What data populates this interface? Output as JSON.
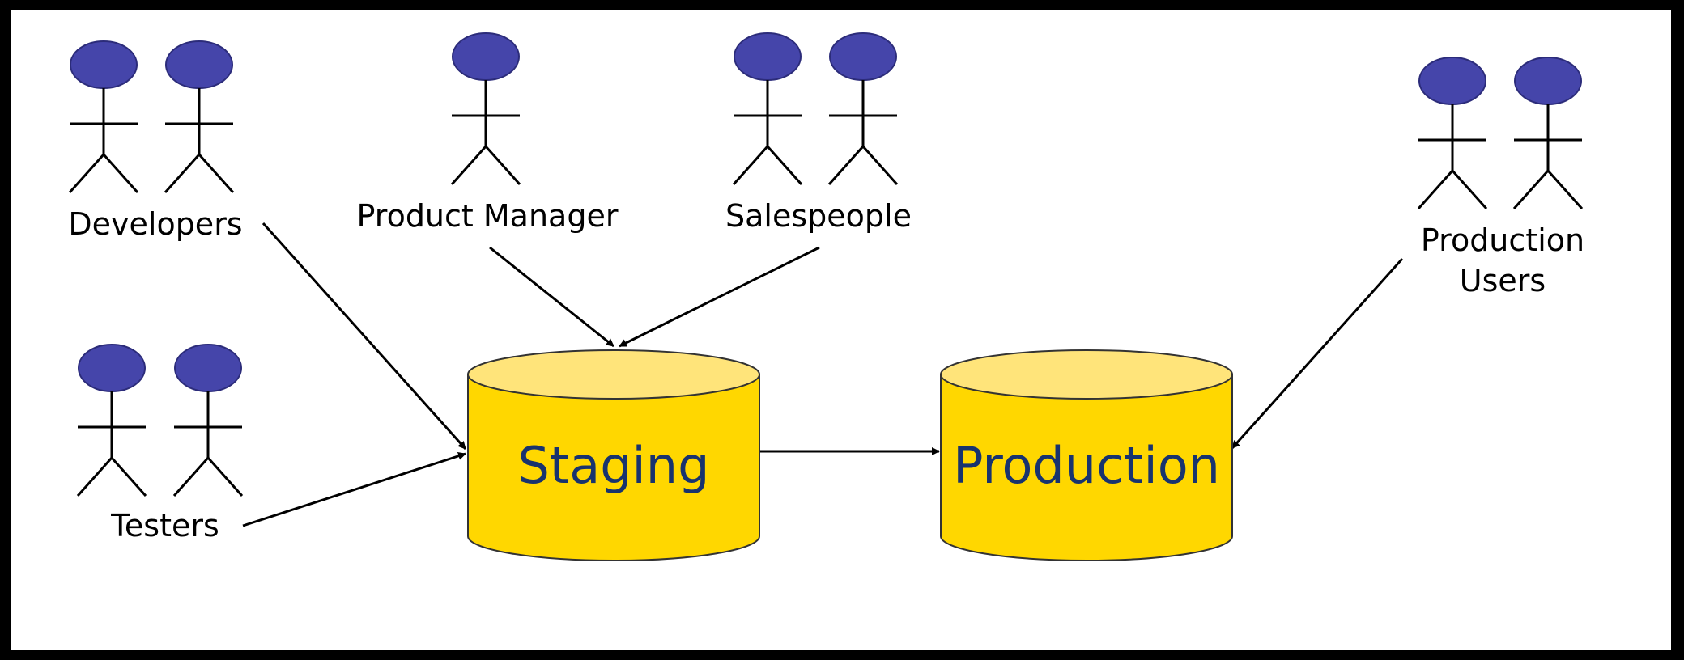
{
  "diagram": {
    "colors": {
      "frame_border": "#000000",
      "background": "#ffffff",
      "actor_head": "#4545aa",
      "actor_head_outline": "#2c2c7a",
      "actor_line": "#000000",
      "database_fill": "#ffd700",
      "database_top": "#ffe47a",
      "database_outline": "#333333",
      "database_text": "#18336e",
      "arrow": "#000000",
      "label_text": "#000000"
    },
    "actor_groups": [
      {
        "id": "developers",
        "label_lines": [
          "Developers"
        ],
        "actor_count": 2,
        "actor_icon": "stick-figure-icon"
      },
      {
        "id": "testers",
        "label_lines": [
          "Testers"
        ],
        "actor_count": 2,
        "actor_icon": "stick-figure-icon"
      },
      {
        "id": "product-manager",
        "label_lines": [
          "Product Manager"
        ],
        "actor_count": 1,
        "actor_icon": "stick-figure-icon"
      },
      {
        "id": "salespeople",
        "label_lines": [
          "Salespeople"
        ],
        "actor_count": 2,
        "actor_icon": "stick-figure-icon"
      },
      {
        "id": "production-users",
        "label_lines": [
          "Production",
          "Users"
        ],
        "actor_count": 2,
        "actor_icon": "stick-figure-icon"
      }
    ],
    "databases": [
      {
        "id": "staging",
        "label": "Staging",
        "icon": "database-cylinder-icon"
      },
      {
        "id": "production",
        "label": "Production",
        "icon": "database-cylinder-icon"
      }
    ],
    "connections": [
      {
        "from": "developers",
        "to": "staging"
      },
      {
        "from": "testers",
        "to": "staging"
      },
      {
        "from": "product-manager",
        "to": "staging"
      },
      {
        "from": "salespeople",
        "to": "staging"
      },
      {
        "from": "staging",
        "to": "production"
      },
      {
        "from": "production-users",
        "to": "production"
      }
    ]
  }
}
